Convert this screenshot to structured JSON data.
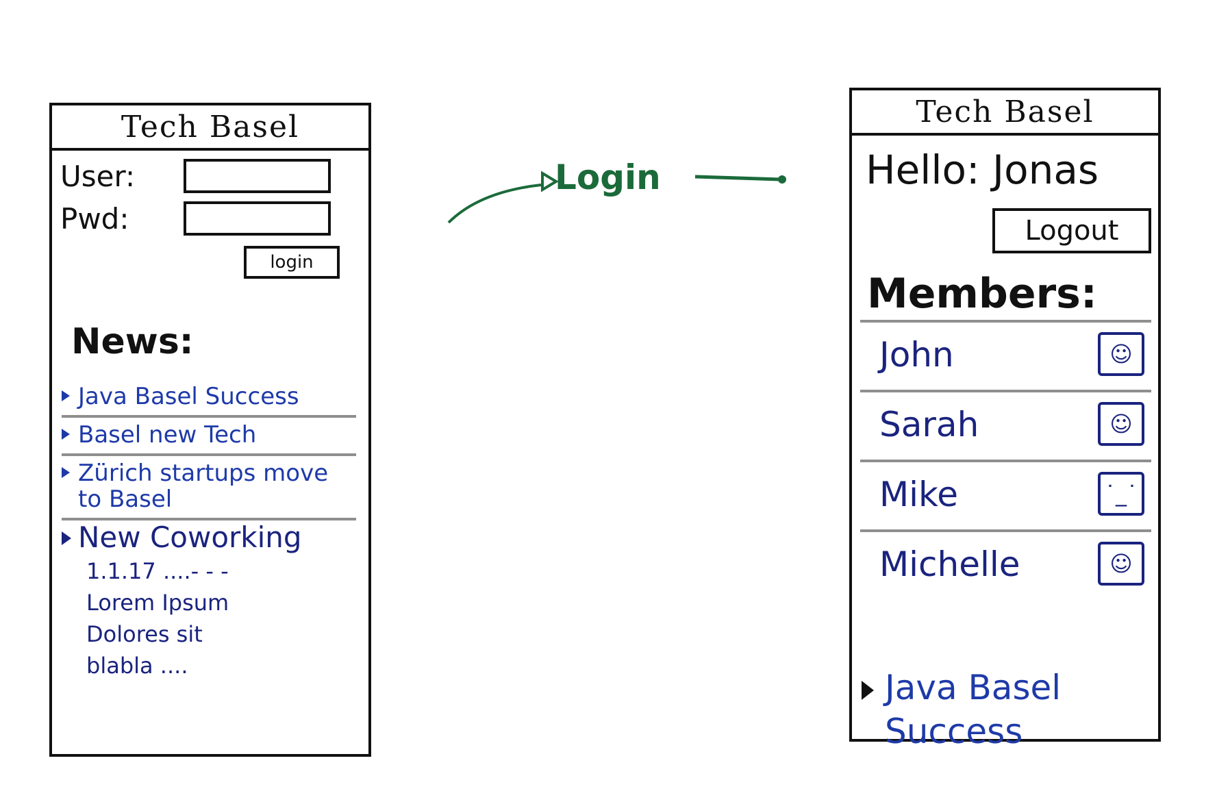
{
  "left_screen": {
    "title": "Tech Basel",
    "user_label": "User:",
    "pwd_label": "Pwd:",
    "login_button": "login",
    "news_heading": "News:",
    "news": [
      {
        "title": "Java Basel Success"
      },
      {
        "title": "Basel new Tech"
      },
      {
        "title": "Zürich startups move to Basel"
      },
      {
        "title": "New Coworking",
        "excerpt_lines": [
          "1.1.17 ....- - -",
          "Lorem Ipsum",
          "Dolores sit",
          "blabla ...."
        ]
      }
    ]
  },
  "transition": {
    "label": "Login",
    "color": "#1b6b3a"
  },
  "right_screen": {
    "title": "Tech Basel",
    "greeting": "Hello: Jonas",
    "logout_button": "Logout",
    "members_heading": "Members:",
    "members": [
      {
        "name": "John",
        "icon": "smiley-face-icon"
      },
      {
        "name": "Sarah",
        "icon": "smiley-face-icon"
      },
      {
        "name": "Mike",
        "icon": "neutral-face-icon"
      },
      {
        "name": "Michelle",
        "icon": "smiley-face-icon"
      }
    ],
    "news_link": "Java Basel Success"
  },
  "colors": {
    "ink": "#111111",
    "link_blue": "#1e3aa8",
    "dark_blue": "#1a237e",
    "divider_gray": "#8f8f8f",
    "arrow_green": "#1b6b3a"
  }
}
